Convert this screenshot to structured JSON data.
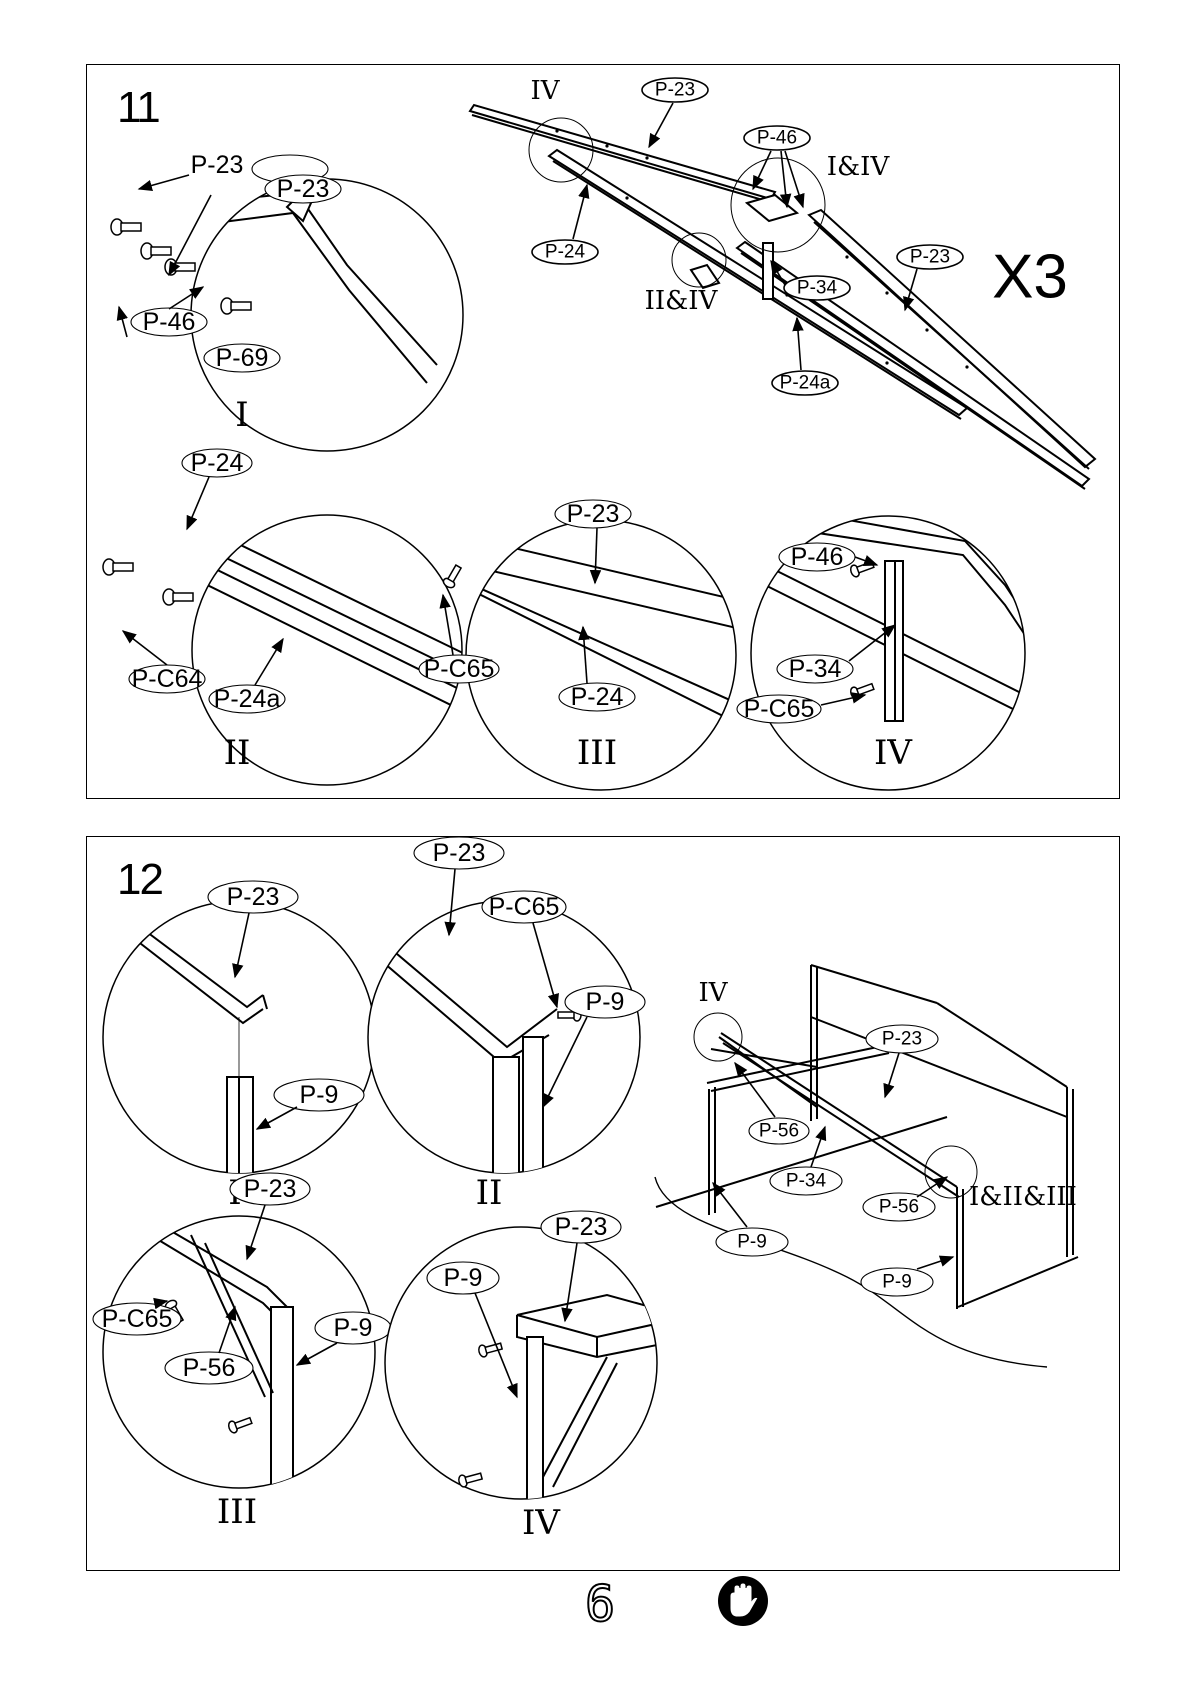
{
  "step11": {
    "number": "11",
    "multiplier": "X3",
    "overview_labels": {
      "p23_top": "P-23",
      "p46": "P-46",
      "p24": "P-24",
      "p34": "P-34",
      "p23_right": "P-23",
      "p24a": "P-24a",
      "call_iv": "IV",
      "call_i_iv": "I&IV",
      "call_ii_iv": "II&IV"
    },
    "detail_I": {
      "roman": "I",
      "labels": [
        "P-23",
        "P-23",
        "P-46",
        "P-69"
      ]
    },
    "detail_II": {
      "roman": "II",
      "labels": [
        "P-24",
        "P-C64",
        "P-24a"
      ]
    },
    "detail_III": {
      "roman": "III",
      "labels": [
        "P-23",
        "P-C65",
        "P-24"
      ]
    },
    "detail_IV": {
      "roman": "IV",
      "labels": [
        "P-46",
        "P-34",
        "P-C65"
      ]
    }
  },
  "step12": {
    "number": "12",
    "detail_I": {
      "roman": "I",
      "labels": [
        "P-23",
        "P-9"
      ]
    },
    "detail_II": {
      "roman": "II",
      "labels": [
        "P-23",
        "P-C65",
        "P-9"
      ]
    },
    "detail_III": {
      "roman": "III",
      "labels": [
        "P-23",
        "P-C65",
        "P-56",
        "P-9"
      ]
    },
    "detail_IV": {
      "roman": "IV",
      "labels": [
        "P-23",
        "P-9"
      ]
    },
    "overview_labels": {
      "call_iv": "IV",
      "call_i_ii_iii": "I&II&III",
      "p23": "P-23",
      "p56_a": "P-56",
      "p34": "P-34",
      "p56_b": "P-56",
      "p9_a": "P-9",
      "p9_b": "P-9"
    }
  },
  "footer": {
    "page_number": "6",
    "icon": "gloves-warning-icon"
  }
}
